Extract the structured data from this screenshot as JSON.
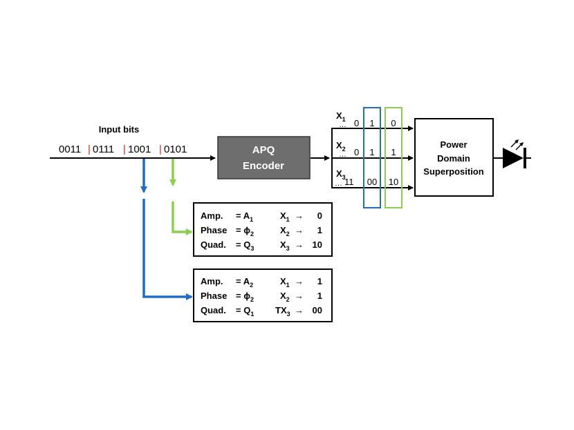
{
  "input": {
    "label": "Input bits",
    "groups": [
      "0011",
      "0111",
      "1001",
      "0101"
    ],
    "separator": "|"
  },
  "encoder": {
    "line1": "APQ",
    "line2": "Encoder"
  },
  "outputs": [
    {
      "name": "X",
      "sub": "1",
      "dots": "…",
      "prefix": "0",
      "blue": "1",
      "green": "0"
    },
    {
      "name": "X",
      "sub": "2",
      "dots": "…",
      "prefix": "0",
      "blue": "1",
      "green": "1"
    },
    {
      "name": "X",
      "sub": "3",
      "dots": "…",
      "prefix": "11",
      "blue": "00",
      "green": "10"
    }
  ],
  "superposition": {
    "line1": "Power",
    "line2": "Domain",
    "line3": "Superposition"
  },
  "boxes": [
    {
      "color": "green",
      "rows": [
        {
          "label": "Amp.",
          "eq": "= A",
          "eq_sub": "1",
          "x": "X",
          "x_sub": "1",
          "arrow": "→",
          "val": "0"
        },
        {
          "label": "Phase",
          "eq": "= ϕ",
          "eq_sub": "2",
          "x": "X",
          "x_sub": "2",
          "arrow": "→",
          "val": "1"
        },
        {
          "label": "Quad.",
          "eq": "= Q",
          "eq_sub": "3",
          "x": "X",
          "x_sub": "3",
          "arrow": "→",
          "val": "10"
        }
      ]
    },
    {
      "color": "blue",
      "rows": [
        {
          "label": "Amp.",
          "eq": "= A",
          "eq_sub": "2",
          "x": "X",
          "x_sub": "1",
          "arrow": "→",
          "val": "1"
        },
        {
          "label": "Phase",
          "eq": "= ϕ",
          "eq_sub": "2",
          "x": "X",
          "x_sub": "2",
          "arrow": "→",
          "val": "1"
        },
        {
          "label": "Quad.",
          "eq": "= Q",
          "eq_sub": "1",
          "x": "TX",
          "x_sub": "3",
          "arrow": "→",
          "val": "00"
        }
      ]
    }
  ],
  "colors": {
    "blue": "#1f6fc0",
    "green": "#8ccf4f",
    "red": "#e02020",
    "encoder_fill": "#6e6e6e",
    "line": "#000000"
  }
}
